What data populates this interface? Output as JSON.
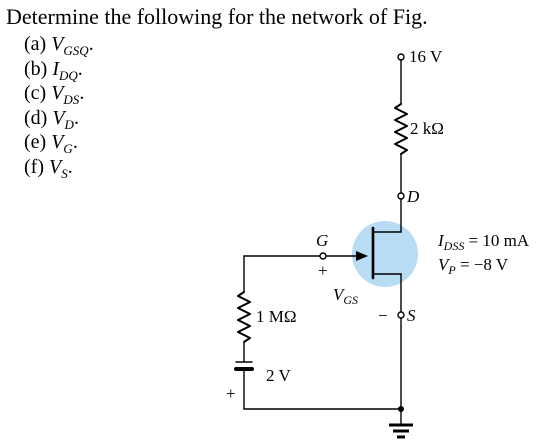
{
  "problem": {
    "prompt": "Determine the following for the network of Fig.",
    "items": [
      {
        "label": "(a)",
        "symbol": "V",
        "subscript": "GSQ",
        "suffix": "."
      },
      {
        "label": "(b)",
        "symbol": "I",
        "subscript": "DQ",
        "suffix": "."
      },
      {
        "label": "(c)",
        "symbol": "V",
        "subscript": "DS",
        "suffix": "."
      },
      {
        "label": "(d)",
        "symbol": "V",
        "subscript": "D",
        "suffix": "."
      },
      {
        "label": "(e)",
        "symbol": "V",
        "subscript": "G",
        "suffix": "."
      },
      {
        "label": "(f)",
        "symbol": "V",
        "subscript": "S",
        "suffix": "."
      }
    ]
  },
  "circuit": {
    "supply_voltage": "16 V",
    "drain_resistor": "2 kΩ",
    "gate_resistor": "1 MΩ",
    "gate_battery": "2 V",
    "drain_label": "D",
    "gate_label": "G",
    "source_label": "S",
    "vgs_symbol": "V",
    "vgs_sub": "GS",
    "plus_sign": "+",
    "minus_sign": "−",
    "idss": {
      "symbol": "I",
      "sub": "DSS",
      "value": " = 10 mA"
    },
    "vp": {
      "symbol": "V",
      "sub": "P",
      "value": " = −8 V"
    },
    "colors": {
      "jfet_circle": "#b8dcf3",
      "wire": "#000000"
    }
  }
}
